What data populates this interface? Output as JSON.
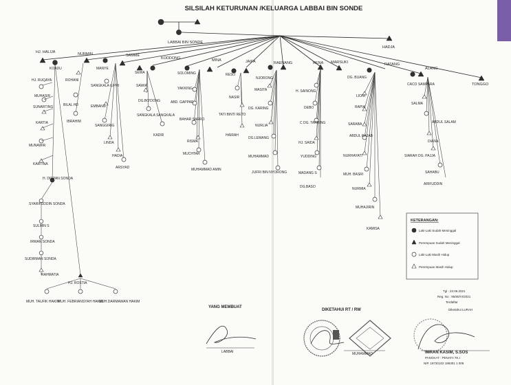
{
  "title": "SILSILAH KETURUNAN /KELUARGA LABBAI BIN SONDE",
  "root": "LABBAI BIN SONDE",
  "names": {
    "hadja": "HADJA",
    "halija": "HJ. HALIJA",
    "nurmin": "NURMIN",
    "samme": "SAMME",
    "koddong": "KODDONG",
    "mina": "MINA",
    "jaifa": "JAIFA",
    "raenang": "RAENANG",
    "rena": "RENA",
    "marsuki": "MARSUKI",
    "ratang": "RATANG",
    "alang": "ALANG",
    "tonggo": "TONGGO",
    "koadu": "KOADU",
    "ruqaya": "HJ. RUQAYA",
    "muhasir": "MUHASIR",
    "sunarting": "SUNARTING",
    "kartia": "KARTIA",
    "munawir": "MUNAWIR",
    "kartina": "KARTINA",
    "dirpan": "H. DIRPAN SONDA",
    "syarifuddin": "SYARIFUDDIN SONDA",
    "sulmin": "SULMIN S",
    "irwan": "IRWAN SONDA",
    "sudirman": "SUDIRMAN SONDA",
    "rahmatia": "RAHMATIA",
    "rostia": "HJ. ROSTIA",
    "taufik": "MUH. TAUFIK HAKIM",
    "febriansyah": "MUH. FEBRIANSYAH HAKIM",
    "darmawan": "MUH.DARMAWAN HAKIM",
    "rohani": "ROHANI",
    "bilal": "BILAL HD",
    "ibrahim": "IBRAHIM",
    "manye": "MANYE",
    "sangkala_iupri": "SANGKALA IUPRI",
    "embang": "EMBANG",
    "sanggirig": "SANGGIRIG",
    "linda": "LINDA",
    "hadia": "HADIA",
    "arsyad": "ARSYAD",
    "sewa": "SEWA",
    "sawia": "SAWIA",
    "dgbodong": "DG.BO'DONG",
    "sangkala_sangkala": "SANGKALA SANGKALA",
    "kadir": "KADIR",
    "solomping": "SOLOMING",
    "yakking": "YAKKING",
    "gappar": "ABD. GAPPAR",
    "bahar": "BAHAR SARRO",
    "risma": "RISMA",
    "muchtar": "MUCHTAR",
    "muhammad_amin": "MUHAMMAD AMIN",
    "reso": "RESO",
    "nasir": "NASIR",
    "tati": "TATI BINTI RETO",
    "hairah": "HAIRAH",
    "njorong": "NJORONG",
    "masita": "MASITA",
    "dgkaring": "DG. KARING",
    "nurlia": "NURLIA",
    "dglemang": "DG.LEMANG",
    "muhammad2": "MUHAMMAD",
    "jufri": "JUFRI BIN NYORONG",
    "sainong": "H. SAINONG",
    "debo": "DEBO",
    "cdgtarring": "C DG. TARRING",
    "saida": "HJ. SAIDA",
    "yudding": "YUDDING",
    "madang": "MADANG S",
    "dgbaso": "DG.BASO",
    "dgbuang": "DG. BUANG",
    "lioni": "LIONI",
    "rapia": "RAPIA",
    "saraba": "SARABA",
    "rajab": "ABDUL RAJAB",
    "nurhayati": "NURHAYATI",
    "basri": "MUH. BASRI",
    "nurmia": "NURMIA",
    "muhajirin": "MUHAJIRIN",
    "kamisa": "KAMISA",
    "caco": "CACO SAMPARA",
    "salma": "SALMA",
    "abdul_salam": "ABDUL SALAM",
    "diana": "DIANA",
    "siarah": "SIARAH DG. PAJJA",
    "sahabu": "SAHABU",
    "arifuddin": "ARIFUDDIN"
  },
  "legend": {
    "title": "KETERANGAN:",
    "items": [
      "Laki-Laki Sudah Meninggal",
      "Perempuan Sudah Meninggal",
      "Laki-Laki Masih Hidup",
      "Perempuan Masih Hidup"
    ]
  },
  "signatures": {
    "maker_label": "YANG MEMBUAT",
    "maker_name": "LABBAI",
    "rtrw_label": "DIKETAHUI RT / RW",
    "rtrw_name": "MUHAMMAD",
    "note_line1": "Tgl : 23.06.2021",
    "note_line2": "Reg. No : 95/80/VI/2021",
    "note_line3": "Terdaftar",
    "lurah_label": "Diketahui LURAH",
    "lurah_name": "IMRAN KASIM, S.SOS",
    "lurah_rank": "PANGKAT : PENATA TK.I",
    "lurah_nip": "NIP. 19730102 199301 1 009"
  },
  "colors": {
    "ink": "#262626",
    "paper": "#fbfbf8",
    "corner": "#7a5ea8"
  }
}
